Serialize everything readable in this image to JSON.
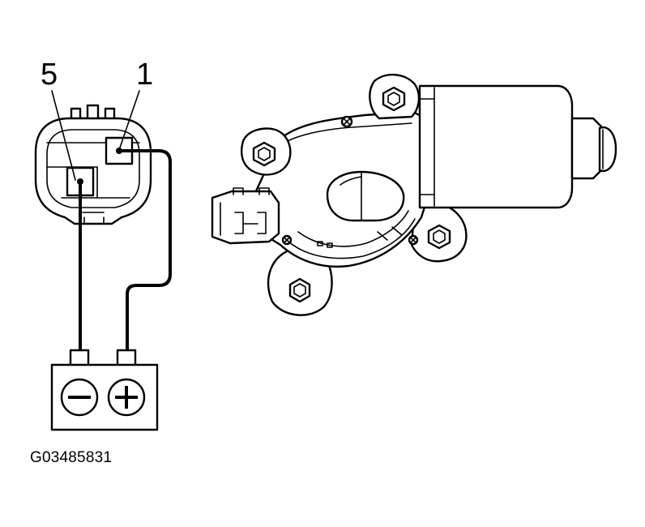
{
  "labels": {
    "pin_5": "5",
    "pin_1": "1",
    "figure_id": "G03485831"
  },
  "battery": {
    "negative_symbol": "minus",
    "positive_symbol": "plus"
  }
}
